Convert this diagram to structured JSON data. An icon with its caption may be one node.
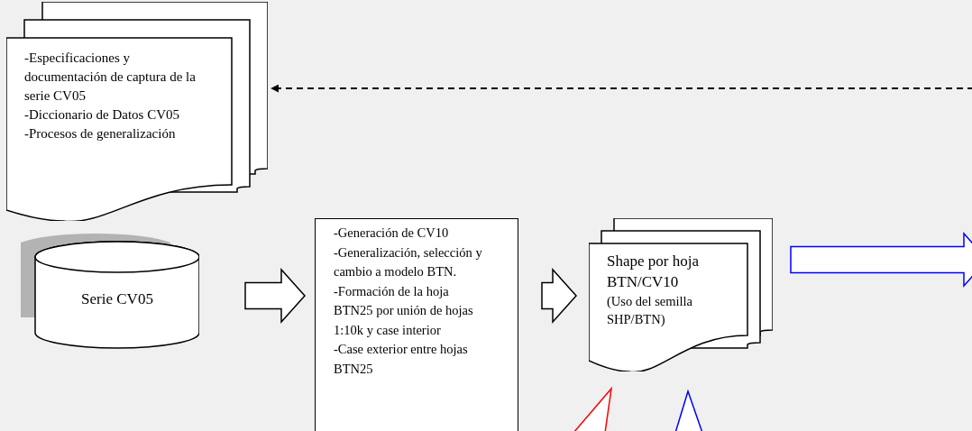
{
  "diagram": {
    "nodes": [
      {
        "text": [
          "-Especificaciones y documentación de captura de la serie CV05",
          "-Diccionario de Datos CV05",
          "-Procesos de generalización"
        ]
      },
      {
        "text": [
          "Serie CV05"
        ]
      },
      {
        "text": [
          "-Generación de CV10",
          "-Generalización, selección y cambio a modelo BTN.",
          "-Formación de la hoja BTN25 por unión de hojas 1:10k y case interior",
          "-Case exterior entre hojas BTN25"
        ]
      },
      {
        "text": [
          "Shape por hoja BTN/CV10",
          "(Uso del semilla SHP/BTN)"
        ]
      }
    ],
    "edges": [
      {
        "from": 1,
        "to": 2,
        "arrow": "to"
      },
      {
        "from": 2,
        "to": 3,
        "arrow": "to"
      },
      {
        "from": 3,
        "to": null,
        "arrow": "to",
        "color": "#0000ff"
      },
      {
        "from": null,
        "to": 0,
        "arrow": "to",
        "style": "dashed"
      }
    ]
  }
}
